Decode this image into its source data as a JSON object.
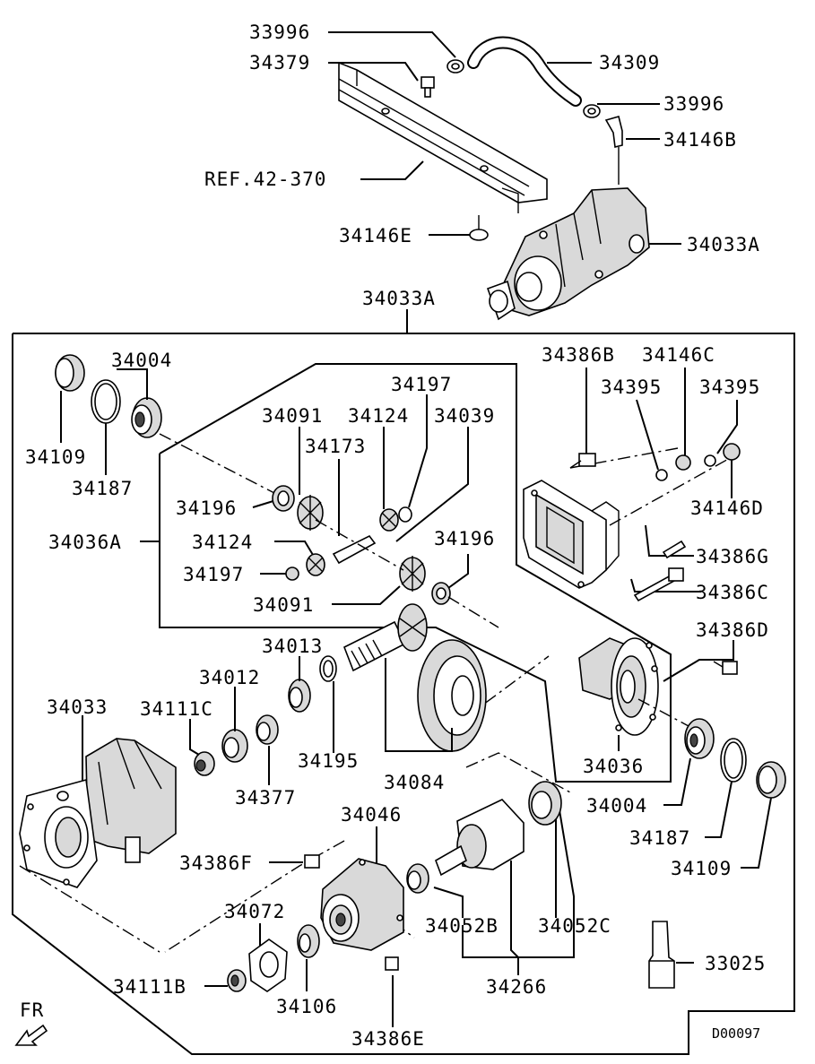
{
  "diagram": {
    "code": "D00097",
    "fr_label": "FR",
    "labels": [
      {
        "id": "l-33996-top",
        "text": "33996"
      },
      {
        "id": "l-34379",
        "text": "34379"
      },
      {
        "id": "l-34309",
        "text": "34309"
      },
      {
        "id": "l-33996-mid",
        "text": "33996"
      },
      {
        "id": "l-34146b",
        "text": "34146B"
      },
      {
        "id": "l-ref",
        "text": "REF.42-370"
      },
      {
        "id": "l-34146e",
        "text": "34146E"
      },
      {
        "id": "l-34033a-top",
        "text": "34033A"
      },
      {
        "id": "l-34033a-box",
        "text": "34033A"
      },
      {
        "id": "l-34004-top",
        "text": "34004"
      },
      {
        "id": "l-34109-top",
        "text": "34109"
      },
      {
        "id": "l-34187-top",
        "text": "34187"
      },
      {
        "id": "l-34197-top",
        "text": "34197"
      },
      {
        "id": "l-34091-top",
        "text": "34091"
      },
      {
        "id": "l-34124-top",
        "text": "34124"
      },
      {
        "id": "l-34039",
        "text": "34039"
      },
      {
        "id": "l-34173",
        "text": "34173"
      },
      {
        "id": "l-34196-left",
        "text": "34196"
      },
      {
        "id": "l-34036a",
        "text": "34036A"
      },
      {
        "id": "l-34124-low",
        "text": "34124"
      },
      {
        "id": "l-34197-low",
        "text": "34197"
      },
      {
        "id": "l-34091-low",
        "text": "34091"
      },
      {
        "id": "l-34196-right",
        "text": "34196"
      },
      {
        "id": "l-34386b",
        "text": "34386B"
      },
      {
        "id": "l-34146c",
        "text": "34146C"
      },
      {
        "id": "l-34395-a",
        "text": "34395"
      },
      {
        "id": "l-34395-b",
        "text": "34395"
      },
      {
        "id": "l-34146d",
        "text": "34146D"
      },
      {
        "id": "l-34386g",
        "text": "34386G"
      },
      {
        "id": "l-34386c",
        "text": "34386C"
      },
      {
        "id": "l-34386d",
        "text": "34386D"
      },
      {
        "id": "l-34013",
        "text": "34013"
      },
      {
        "id": "l-34012",
        "text": "34012"
      },
      {
        "id": "l-34111c",
        "text": "34111C"
      },
      {
        "id": "l-34033",
        "text": "34033"
      },
      {
        "id": "l-34195",
        "text": "34195"
      },
      {
        "id": "l-34377",
        "text": "34377"
      },
      {
        "id": "l-34084",
        "text": "34084"
      },
      {
        "id": "l-34036",
        "text": "34036"
      },
      {
        "id": "l-34004-low",
        "text": "34004"
      },
      {
        "id": "l-34187-low",
        "text": "34187"
      },
      {
        "id": "l-34109-low",
        "text": "34109"
      },
      {
        "id": "l-34046",
        "text": "34046"
      },
      {
        "id": "l-34386f",
        "text": "34386F"
      },
      {
        "id": "l-34072",
        "text": "34072"
      },
      {
        "id": "l-34052b",
        "text": "34052B"
      },
      {
        "id": "l-34052c",
        "text": "34052C"
      },
      {
        "id": "l-33025",
        "text": "33025"
      },
      {
        "id": "l-34111b",
        "text": "34111B"
      },
      {
        "id": "l-34106",
        "text": "34106"
      },
      {
        "id": "l-34266",
        "text": "34266"
      },
      {
        "id": "l-34386e",
        "text": "34386E"
      }
    ]
  }
}
